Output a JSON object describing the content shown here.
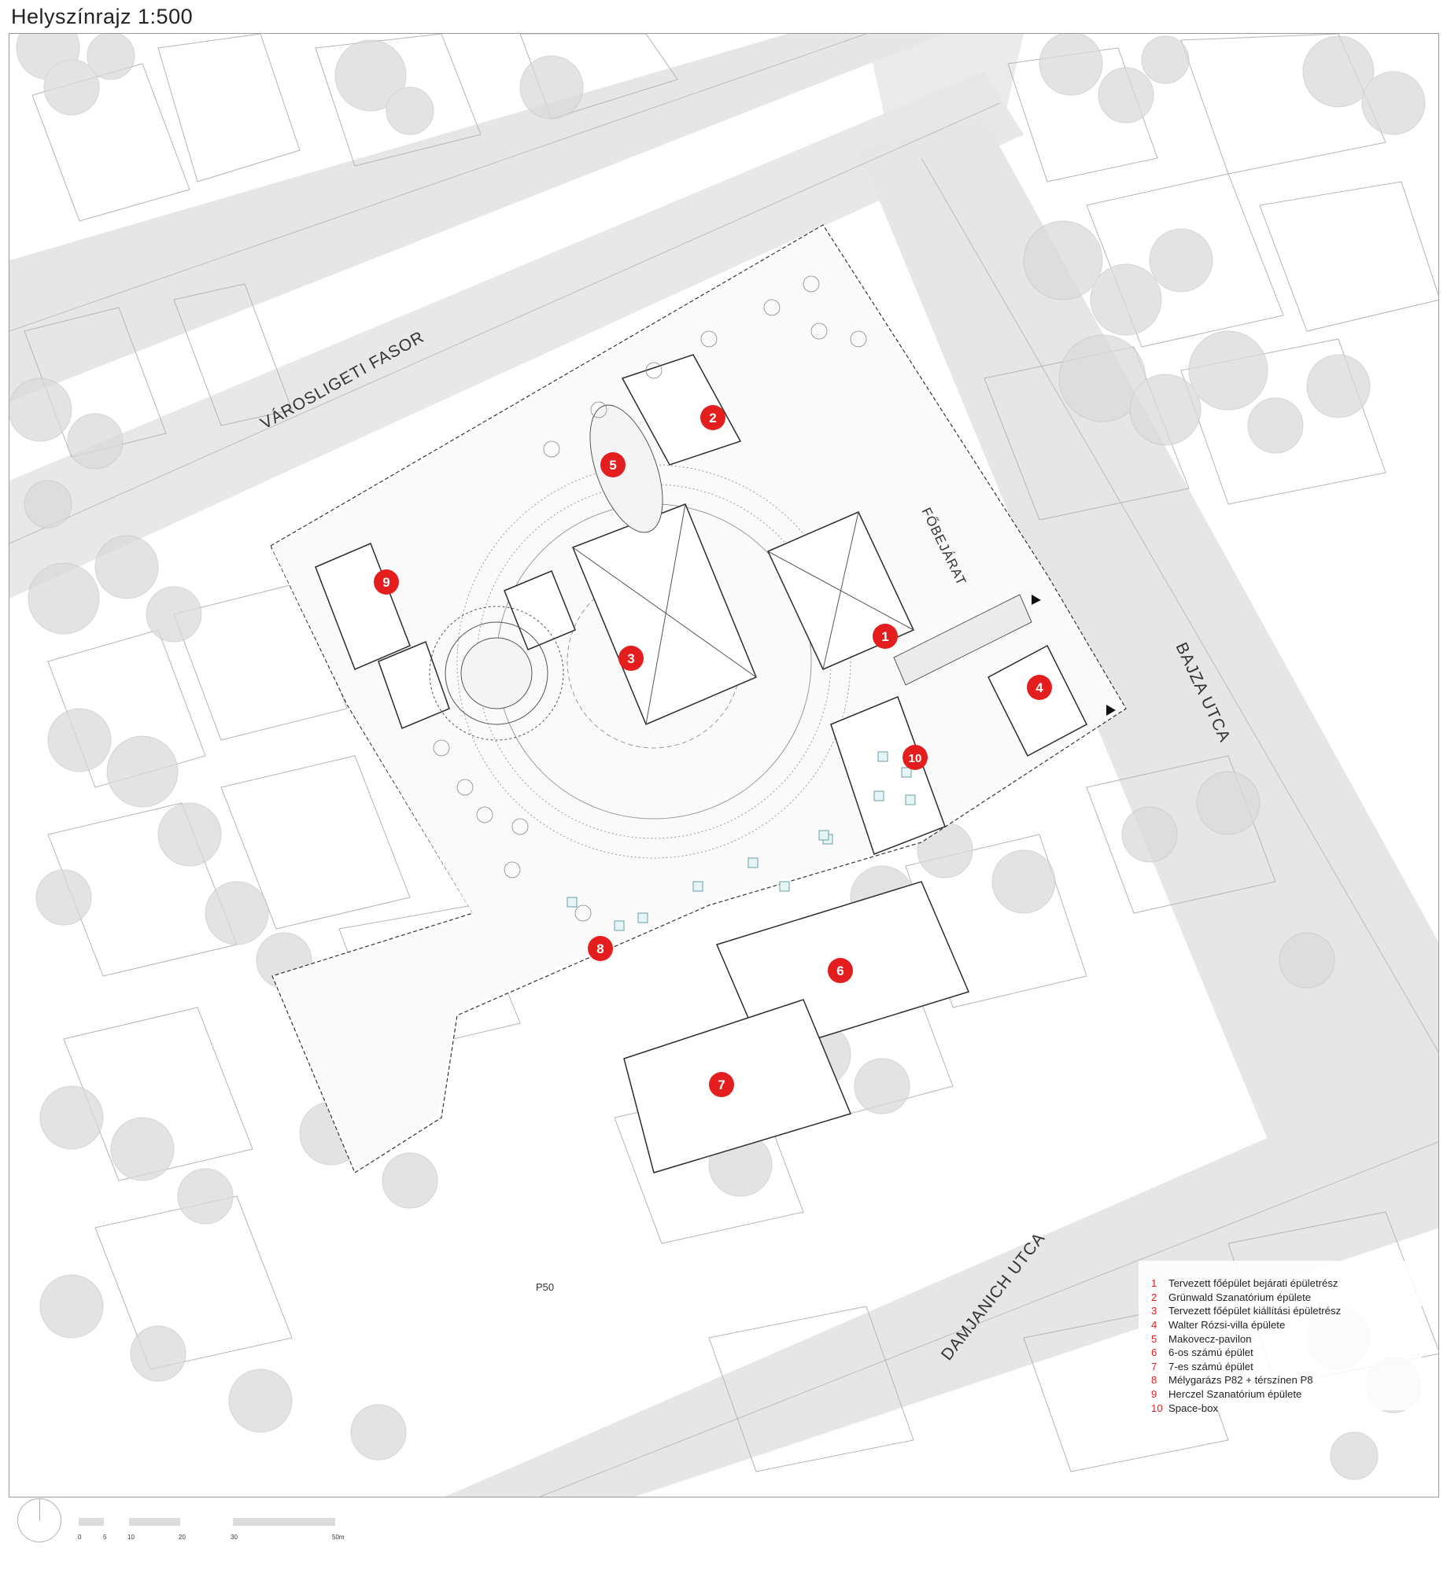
{
  "title": "Helyszínrajz 1:500",
  "streets": {
    "varosligeti": "VÁROSLIGETI FASOR",
    "bajza": "BAJZA UTCA",
    "damjanich": "DAMJANICH UTCA",
    "fobejarat": "FŐBEJÁRAT",
    "p50": "P50"
  },
  "markers": [
    {
      "number": "1"
    },
    {
      "number": "2"
    },
    {
      "number": "3"
    },
    {
      "number": "4"
    },
    {
      "number": "5"
    },
    {
      "number": "6"
    },
    {
      "number": "7"
    },
    {
      "number": "8"
    },
    {
      "number": "9"
    },
    {
      "number": "10"
    }
  ],
  "legend": [
    {
      "number": "1",
      "label": "Tervezett főépület bejárati épületrész"
    },
    {
      "number": "2",
      "label": "Grünwald Szanatórium épülete"
    },
    {
      "number": "3",
      "label": "Tervezett főépület kiállítási épületrész"
    },
    {
      "number": "4",
      "label": "Walter Rózsi-villa épülete"
    },
    {
      "number": "5",
      "label": "Makovecz-pavilon"
    },
    {
      "number": "6",
      "label": "6-os számú épület"
    },
    {
      "number": "7",
      "label": "7-es számú épület"
    },
    {
      "number": "8",
      "label": "Mélygarázs P82 + térszínen P8"
    },
    {
      "number": "9",
      "label": "Herczel Szanatórium épülete"
    },
    {
      "number": "10",
      "label": "Space-box"
    }
  ],
  "scale": {
    "ticks": [
      "0",
      "5",
      "10",
      "20",
      "30",
      "50m"
    ]
  },
  "colors": {
    "marker": "#e41e1e",
    "road": "#e6e6e6",
    "line": "#9a9a9a",
    "tree": "#d2d2d2",
    "dome": "#a9dfe6"
  }
}
